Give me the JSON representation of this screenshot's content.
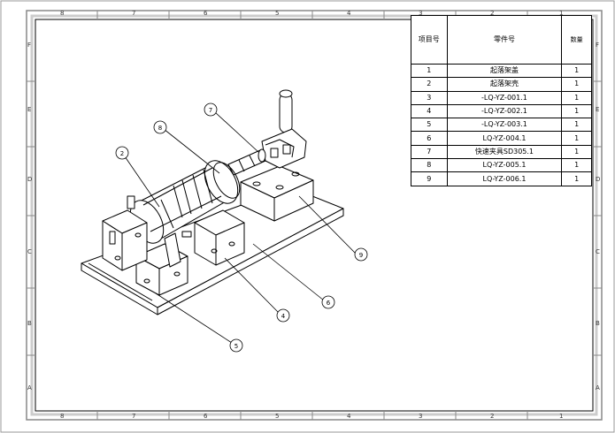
{
  "border": {
    "top_zones": [
      "8",
      "7",
      "6",
      "5",
      "4",
      "3",
      "2",
      "1"
    ],
    "bottom_zones": [
      "8",
      "7",
      "6",
      "5",
      "4",
      "3",
      "2",
      "1"
    ],
    "left_zones": [
      "F",
      "E",
      "D",
      "C",
      "B",
      "A"
    ],
    "right_zones": [
      "F",
      "E",
      "D",
      "C",
      "B",
      "A"
    ]
  },
  "bom": {
    "headers": {
      "item": "项目号",
      "part": "零件号",
      "qty": "数量"
    },
    "rows": [
      {
        "item": "1",
        "part": "起落架盖",
        "qty": "1"
      },
      {
        "item": "2",
        "part": "起落架壳",
        "qty": "1"
      },
      {
        "item": "3",
        "part": "-LQ-YZ-001.1",
        "qty": "1"
      },
      {
        "item": "4",
        "part": "-LQ-YZ-002.1",
        "qty": "1"
      },
      {
        "item": "5",
        "part": "-LQ-YZ-003.1",
        "qty": "1"
      },
      {
        "item": "6",
        "part": "LQ-YZ-004.1",
        "qty": "1"
      },
      {
        "item": "7",
        "part": "快速夹具SD305.1",
        "qty": "1"
      },
      {
        "item": "8",
        "part": "LQ-YZ-005.1",
        "qty": "1"
      },
      {
        "item": "9",
        "part": "LQ-YZ-006.1",
        "qty": "1"
      }
    ]
  },
  "balloons": [
    "7",
    "8",
    "2",
    "9",
    "6",
    "4",
    "5"
  ],
  "colors": {
    "line": "#000000",
    "frame": "#9a9a9a",
    "background": "#ffffff"
  }
}
